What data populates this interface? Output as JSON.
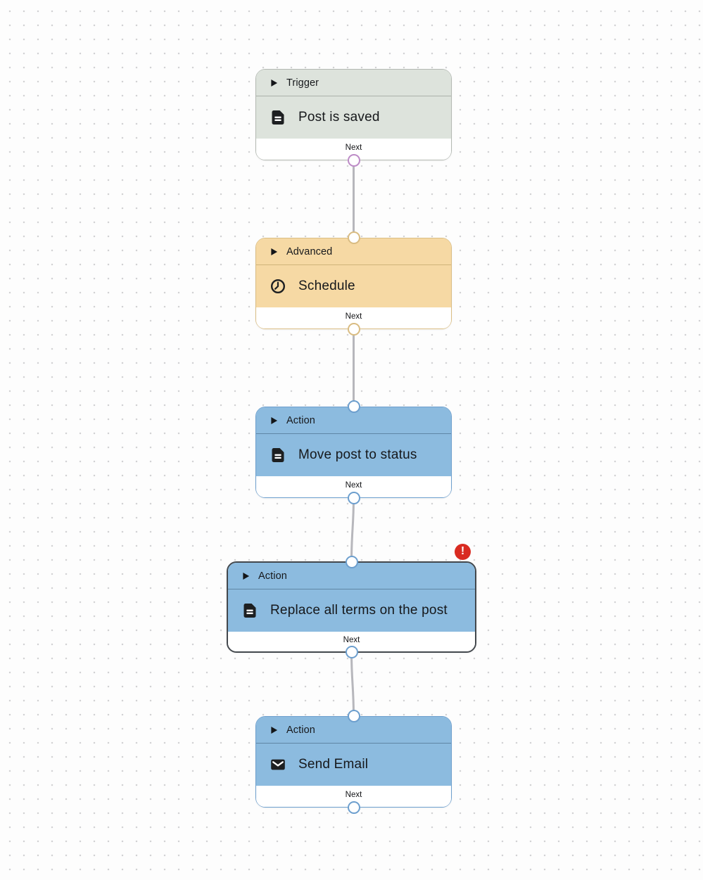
{
  "canvas": {
    "background_dot_color": "#d2d2d4",
    "edge_color": "#b7b7bc"
  },
  "workflow": {
    "edges": [
      {
        "from": "post-is-saved",
        "to": "schedule"
      },
      {
        "from": "schedule",
        "to": "move-post-to-status"
      },
      {
        "from": "move-post-to-status",
        "to": "replace-all-terms-on-the-post"
      },
      {
        "from": "replace-all-terms-on-the-post",
        "to": "send-email"
      }
    ]
  },
  "nodes": [
    {
      "category": "Trigger",
      "title": "Post is saved",
      "icon": "document-icon",
      "footer_label": "Next",
      "selected": false,
      "error": false,
      "colors": {
        "bg": "#dde3dc",
        "border": "#b3b9b2",
        "output_port": "#bd8bc7"
      }
    },
    {
      "category": "Advanced",
      "title": "Schedule",
      "icon": "clock-icon",
      "footer_label": "Next",
      "selected": false,
      "error": false,
      "colors": {
        "bg": "#f6d9a4",
        "border": "#dabd83",
        "port": "#d9bc82"
      }
    },
    {
      "category": "Action",
      "title": "Move post to status",
      "icon": "document-icon",
      "footer_label": "Next",
      "selected": false,
      "error": false,
      "colors": {
        "bg": "#8cbbdf",
        "border": "#6d9fce",
        "port": "#6d9fce"
      }
    },
    {
      "category": "Action",
      "title": "Replace all terms on the post",
      "icon": "document-icon",
      "footer_label": "Next",
      "selected": true,
      "error": true,
      "error_badge": "!",
      "colors": {
        "bg": "#8cbbdf",
        "border": "#43484d",
        "port": "#6d9fce",
        "error": "#d92b21"
      }
    },
    {
      "category": "Action",
      "title": "Send Email",
      "icon": "mail-icon",
      "footer_label": "Next",
      "selected": false,
      "error": false,
      "colors": {
        "bg": "#8cbbdf",
        "border": "#6d9fce",
        "port": "#6d9fce"
      }
    }
  ]
}
